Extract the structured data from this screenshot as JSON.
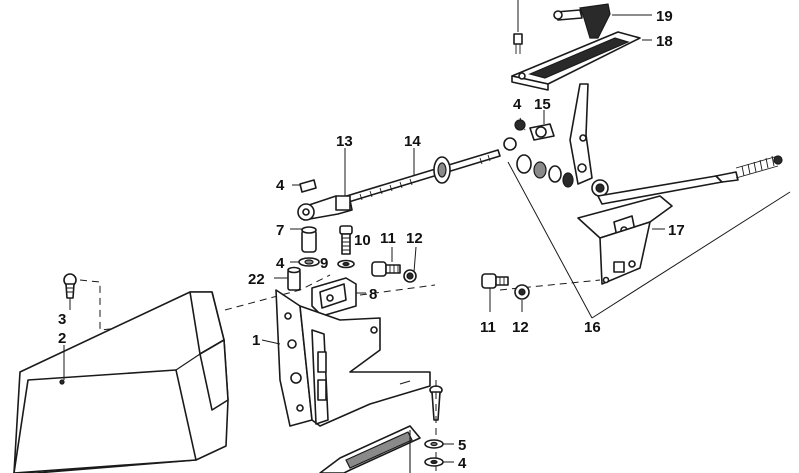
{
  "callouts": [
    {
      "id": "c19",
      "text": "19"
    },
    {
      "id": "c18",
      "text": "18"
    },
    {
      "id": "c4a",
      "text": "4"
    },
    {
      "id": "c15",
      "text": "15"
    },
    {
      "id": "c13",
      "text": "13"
    },
    {
      "id": "c14",
      "text": "14"
    },
    {
      "id": "c4b",
      "text": "4"
    },
    {
      "id": "c17",
      "text": "17"
    },
    {
      "id": "c7",
      "text": "7"
    },
    {
      "id": "c10",
      "text": "10"
    },
    {
      "id": "c11a",
      "text": "11"
    },
    {
      "id": "c12a",
      "text": "12"
    },
    {
      "id": "c4c",
      "text": "4"
    },
    {
      "id": "c9",
      "text": "9"
    },
    {
      "id": "c22",
      "text": "22"
    },
    {
      "id": "c8",
      "text": "8"
    },
    {
      "id": "c3",
      "text": "3"
    },
    {
      "id": "c2",
      "text": "2"
    },
    {
      "id": "c1",
      "text": "1"
    },
    {
      "id": "c11b",
      "text": "11"
    },
    {
      "id": "c12b",
      "text": "12"
    },
    {
      "id": "c16",
      "text": "16"
    },
    {
      "id": "c5",
      "text": "5"
    },
    {
      "id": "c4d",
      "text": "4"
    }
  ]
}
